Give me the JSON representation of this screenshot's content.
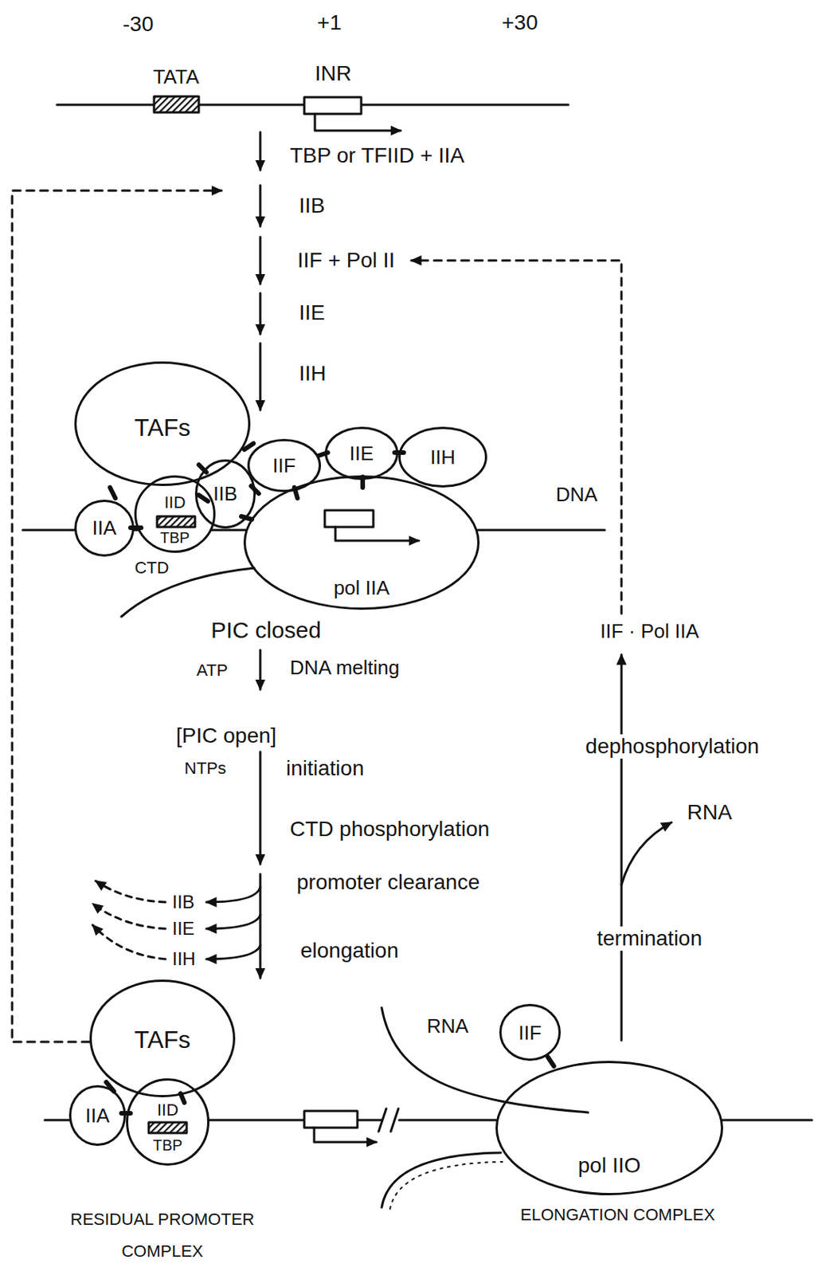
{
  "diagram": {
    "nodes": [
      {
        "text": [
          "TAFs"
        ]
      },
      {
        "text": [
          "IIA"
        ]
      },
      {
        "text": [
          "IID",
          "TBP"
        ]
      },
      {
        "text": [
          "IIB"
        ]
      },
      {
        "text": [
          "IIF"
        ]
      },
      {
        "text": [
          "IIE"
        ]
      },
      {
        "text": [
          "IIH"
        ]
      },
      {
        "text": [
          "pol IIA"
        ]
      },
      {
        "text": [
          "TAFs"
        ]
      },
      {
        "text": [
          "IIA"
        ]
      },
      {
        "text": [
          "IID",
          "TBP"
        ]
      },
      {
        "text": [
          "IIF"
        ]
      },
      {
        "text": [
          "pol IIO"
        ]
      }
    ],
    "labels": [
      "-30",
      "+1",
      "+30",
      "TATA",
      "INR",
      "TBP or TFIID + IIA",
      "IIB",
      "IIF + Pol II",
      "IIE",
      "IIH",
      "DNA",
      "CTD",
      "PIC closed",
      "ATP",
      "DNA melting",
      "[PIC open]",
      "NTPs",
      "initiation",
      "CTD phosphorylation",
      "promoter clearance",
      "IIB",
      "IIE",
      "IIH",
      "elongation",
      "RNA",
      "RESIDUAL PROMOTER COMPLEX",
      "ELONGATION COMPLEX",
      "IIF · Pol IIA",
      "dephosphorylation",
      "RNA",
      "termination"
    ]
  }
}
